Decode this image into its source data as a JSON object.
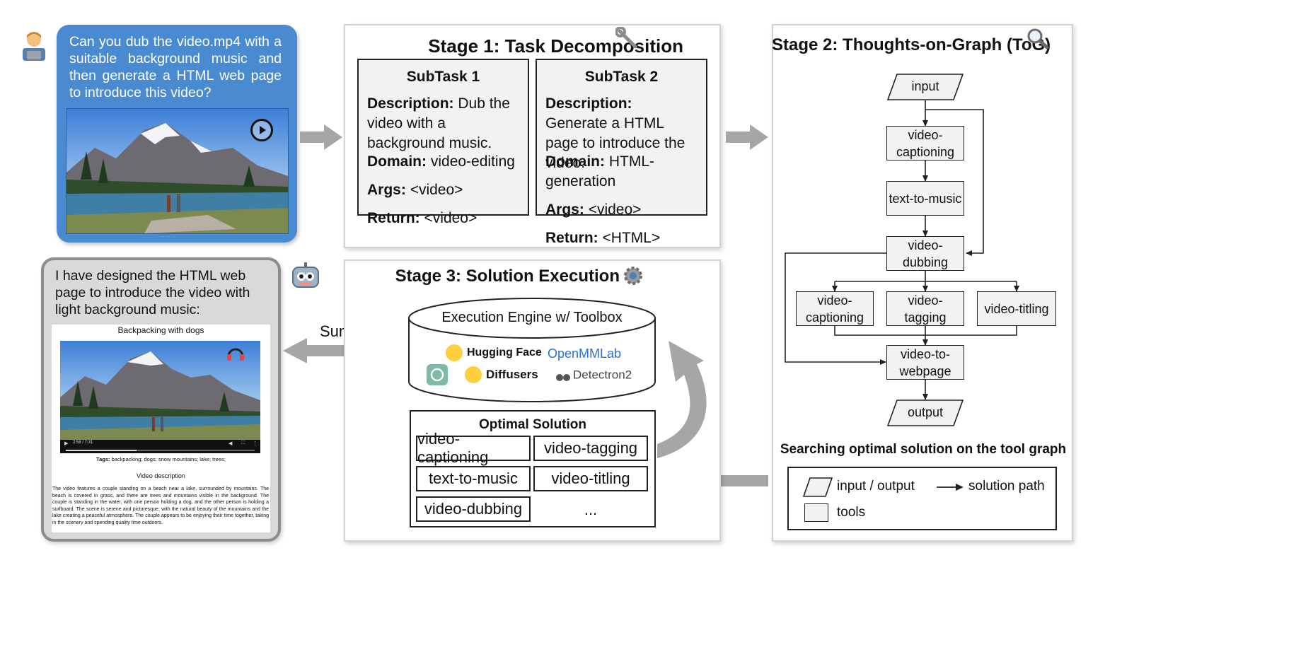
{
  "user_request": "Can you dub the video.mp4 with a suitable background music and then generate a HTML web page to introduce this video?",
  "stage1": {
    "title": "Stage 1: Task Decomposition",
    "subtasks": [
      {
        "title": "SubTask 1",
        "desc_label": "Description:",
        "desc": "Dub the video with a background music.",
        "domain_label": "Domain:",
        "domain": "video-editing",
        "args_label": "Args:",
        "args": "<video>",
        "return_label": "Return:",
        "return": "<video>"
      },
      {
        "title": "SubTask 2",
        "desc_label": "Description:",
        "desc": "Generate a HTML page to introduce the video.",
        "domain_label": "Domain:",
        "domain": "HTML-generation",
        "args_label": "Args:",
        "args": "<video>",
        "return_label": "Return:",
        "return": "<HTML>"
      }
    ]
  },
  "stage2": {
    "title": "Stage 2: Thoughts-on-Graph (ToG)",
    "nodes": {
      "input": "input",
      "captioning1": "video-captioning",
      "text_to_music": "text-to-music",
      "dubbing": "video-dubbing",
      "captioning2": "video-captioning",
      "tagging": "video-tagging",
      "titling": "video-titling",
      "to_webpage": "video-to-webpage",
      "output": "output"
    },
    "caption": "Searching optimal solution on the tool graph",
    "legend": {
      "io": "input / output",
      "path": "solution path",
      "tools": "tools"
    }
  },
  "stage3": {
    "title": "Stage 3: Solution Execution",
    "engine": "Execution Engine w/ Toolbox",
    "logos": {
      "hf": "Hugging Face",
      "openmm": "OpenMMLab",
      "diffusers": "Diffusers",
      "detectron": "Detectron2"
    },
    "optimal_title": "Optimal Solution",
    "solutions": [
      "video-captioning",
      "video-tagging",
      "text-to-music",
      "video-titling",
      "video-dubbing",
      "..."
    ]
  },
  "summarize_label": "Summarize",
  "response": {
    "text": "I have designed the HTML web page to introduce the video  with light background music:",
    "page_title": "Backpacking with dogs",
    "video_time": "2:58 / 7:31",
    "tags_label": "Tags:",
    "tags": "backpacking; dogs; snow mountains; lake; trees;",
    "desc_heading": "Video description",
    "desc": "The video features a couple standing on a beach near a lake, surrounded by mountains. The beach is covered in grass, and there are trees and mountains visible in the background. The couple is standing in the water, with one person holding a dog, and the other person is holding a surfboard. The scene is serene and picturesque, with the natural beauty of the mountains and the lake creating a peaceful atmosphere. The couple appears to be enjoying their time together, taking in the scenery and spending quality time outdoors."
  },
  "colors": {
    "user_bubble": "#4a8ad0",
    "response_bubble": "#d9d9d9",
    "arrow_gray": "#a6a6a6",
    "box_fill": "#f2f2f2"
  }
}
